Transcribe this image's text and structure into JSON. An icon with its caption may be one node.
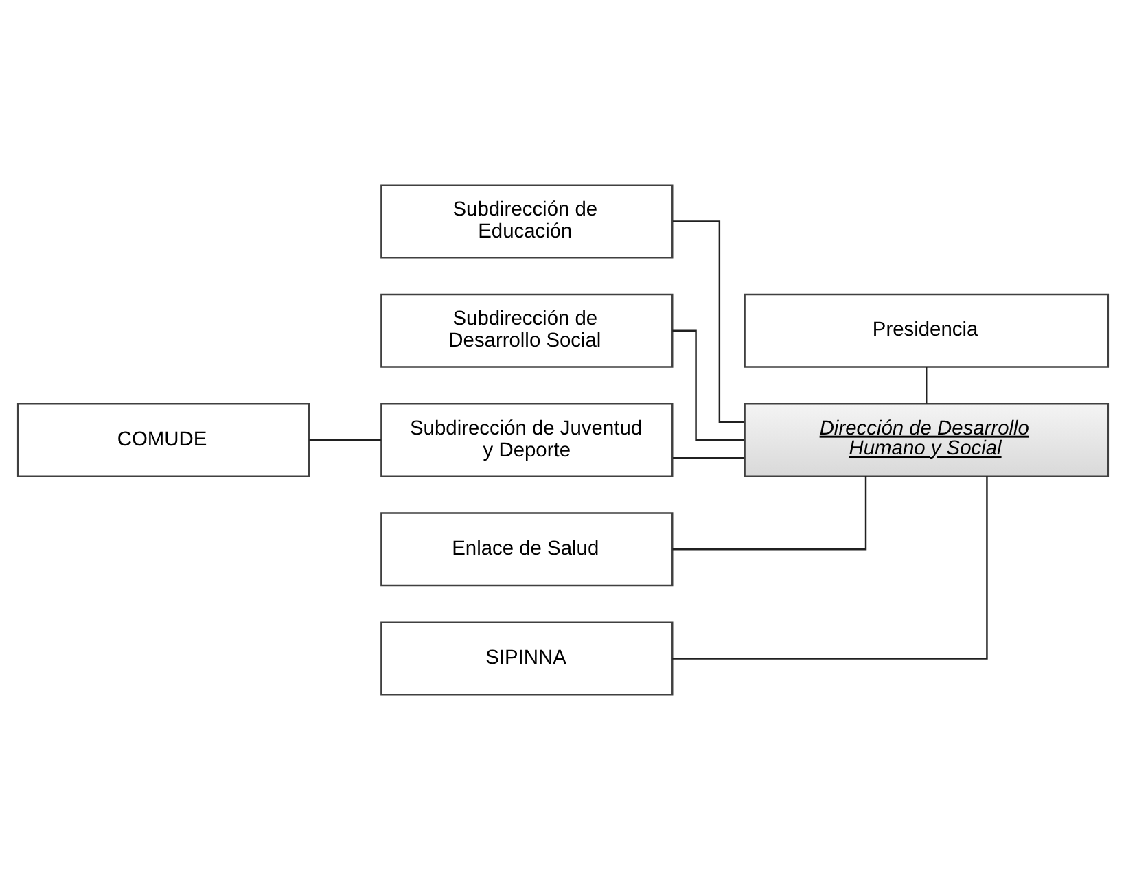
{
  "diagram": {
    "nodes": [
      {
        "text": [
          "Presidencia"
        ]
      },
      {
        "text": [
          "Dirección de Desarrollo Humano y Social"
        ]
      },
      {
        "text": [
          "Subdirección de Educación"
        ]
      },
      {
        "text": [
          "Subdirección de Desarrollo Social"
        ]
      },
      {
        "text": [
          "COMUDE"
        ]
      },
      {
        "text": [
          "Subdirección de Juventud y Deporte"
        ]
      },
      {
        "text": [
          "Enlace de Salud"
        ]
      },
      {
        "text": [
          "SIPINNA"
        ]
      }
    ],
    "edges": [
      {
        "from": 0,
        "to": 1,
        "arrow": "none"
      },
      {
        "from": 1,
        "to": 2,
        "arrow": "none"
      },
      {
        "from": 1,
        "to": 3,
        "arrow": "none"
      },
      {
        "from": 5,
        "to": 4,
        "arrow": "none"
      },
      {
        "from": 1,
        "to": 5,
        "arrow": "none"
      },
      {
        "from": 1,
        "to": 6,
        "arrow": "none"
      },
      {
        "from": 1,
        "to": 7,
        "arrow": "none"
      }
    ]
  }
}
